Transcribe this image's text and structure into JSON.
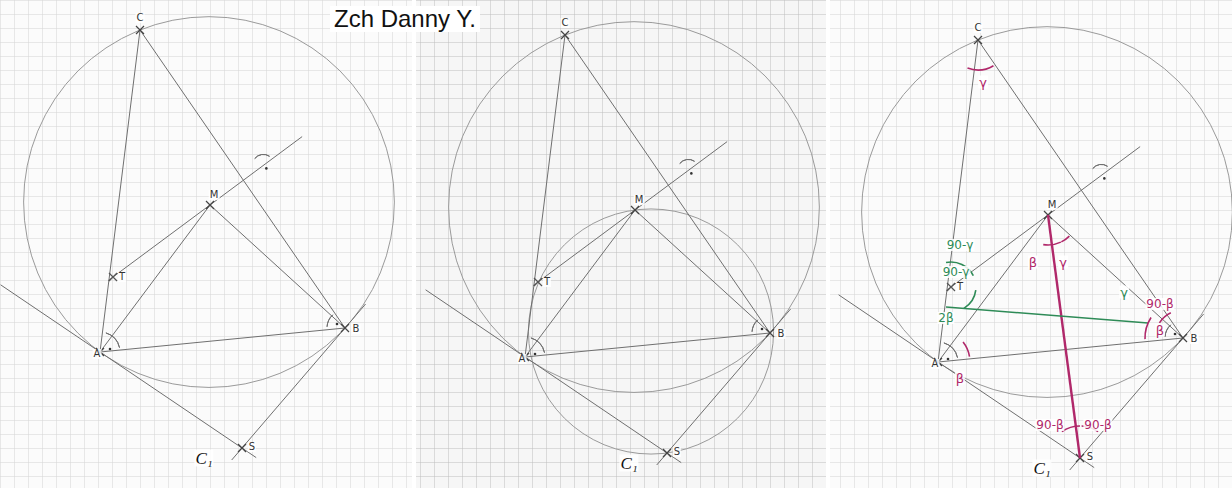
{
  "diagram": {
    "title": "Zch Danny Y.",
    "labels": [
      "C",
      "M",
      "T",
      "A",
      "B",
      "S",
      "C₁",
      "C",
      "M",
      "T",
      "A",
      "B",
      "S",
      "C₁",
      "C",
      "M",
      "T",
      "A",
      "B",
      "S",
      "C₁",
      "γ",
      "β",
      "γ",
      "90-γ",
      "90-γ",
      "2β",
      "γ",
      "90-β",
      "β",
      "β",
      "90-β",
      "90-β"
    ]
  }
}
